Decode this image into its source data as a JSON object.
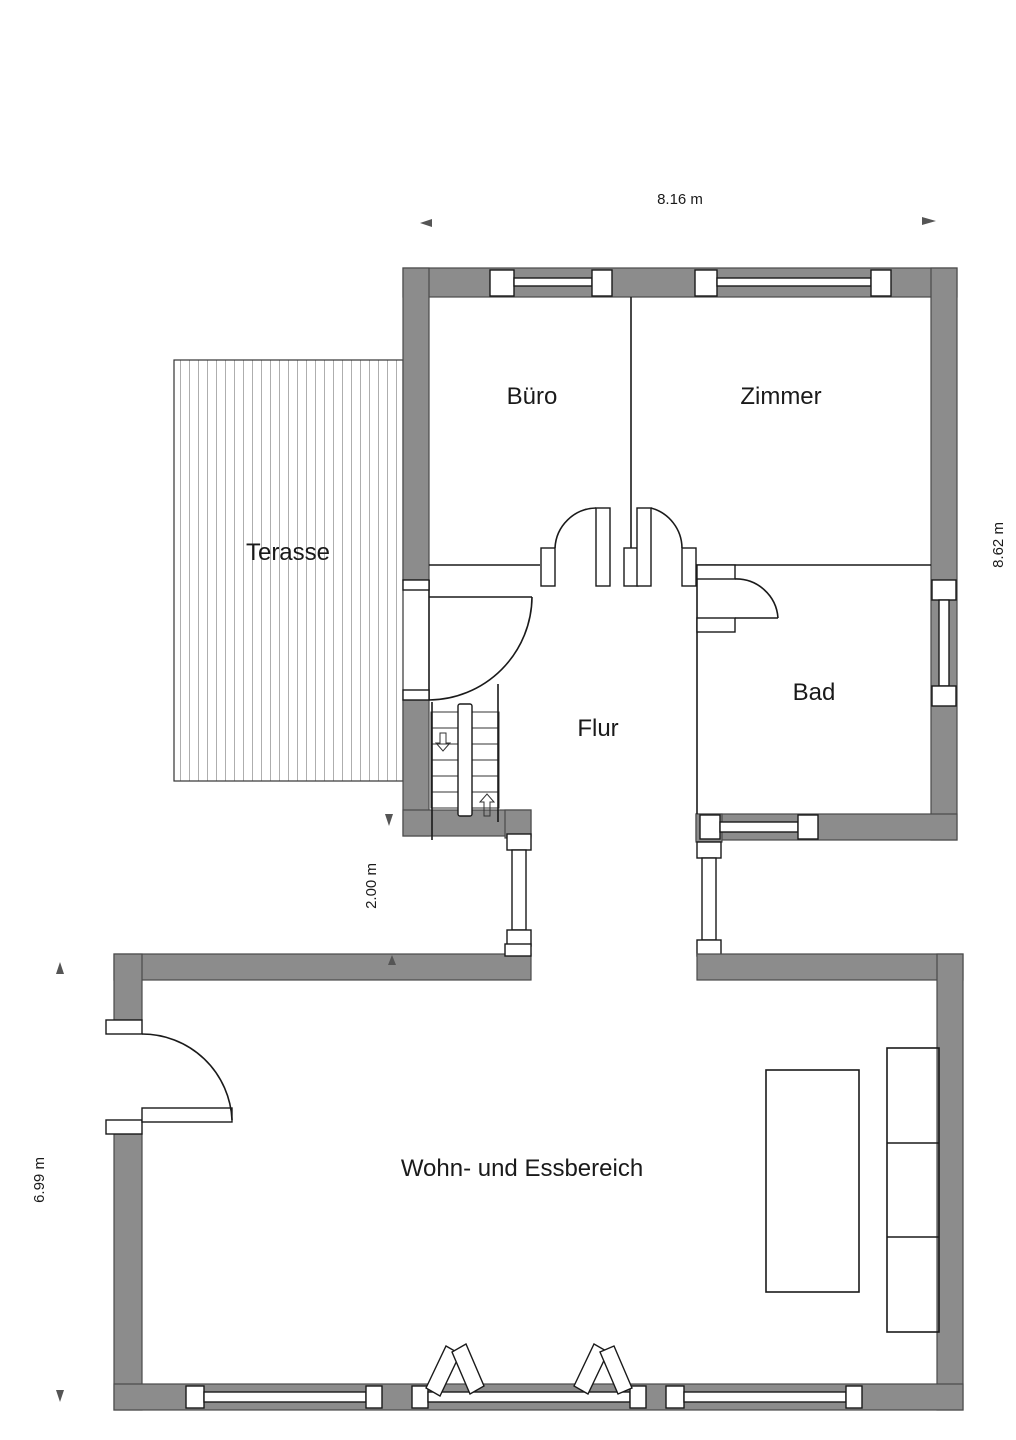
{
  "rooms": {
    "buero": "Büro",
    "zimmer": "Zimmer",
    "terasse": "Terasse",
    "bad": "Bad",
    "flur": "Flur",
    "wohnbereich": "Wohn- und Essbereich"
  },
  "dimensions": {
    "top_width": "8.16 m",
    "right_height": "8.62 m",
    "passage_length": "2.00 m",
    "left_height": "6.99 m"
  },
  "colors": {
    "wall": "#8c8c8c",
    "line": "#1a1a1a",
    "background": "#ffffff"
  }
}
